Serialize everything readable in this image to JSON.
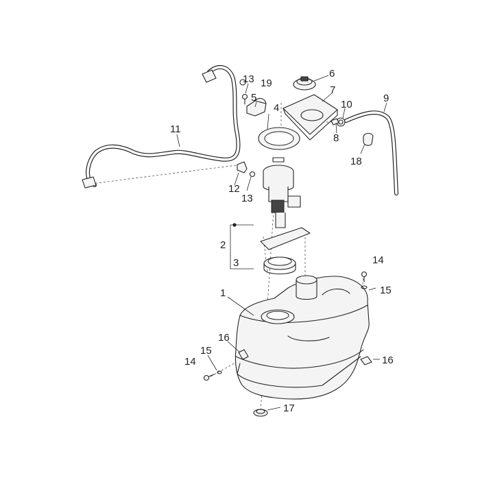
{
  "diagram": {
    "type": "exploded-parts-diagram",
    "callouts": {
      "c1": "1",
      "c2": "2",
      "c3": "3",
      "c4": "4",
      "c5": "5",
      "c6": "6",
      "c7": "7",
      "c8": "8",
      "c9": "9",
      "c10": "10",
      "c11": "11",
      "c12": "12",
      "c13a": "13",
      "c13b": "13",
      "c14a": "14",
      "c14b": "14",
      "c15a": "15",
      "c15b": "15",
      "c16a": "16",
      "c16b": "16",
      "c17": "17",
      "c18": "18",
      "c19": "19"
    },
    "colors": {
      "line": "#222222",
      "background": "#ffffff"
    }
  }
}
